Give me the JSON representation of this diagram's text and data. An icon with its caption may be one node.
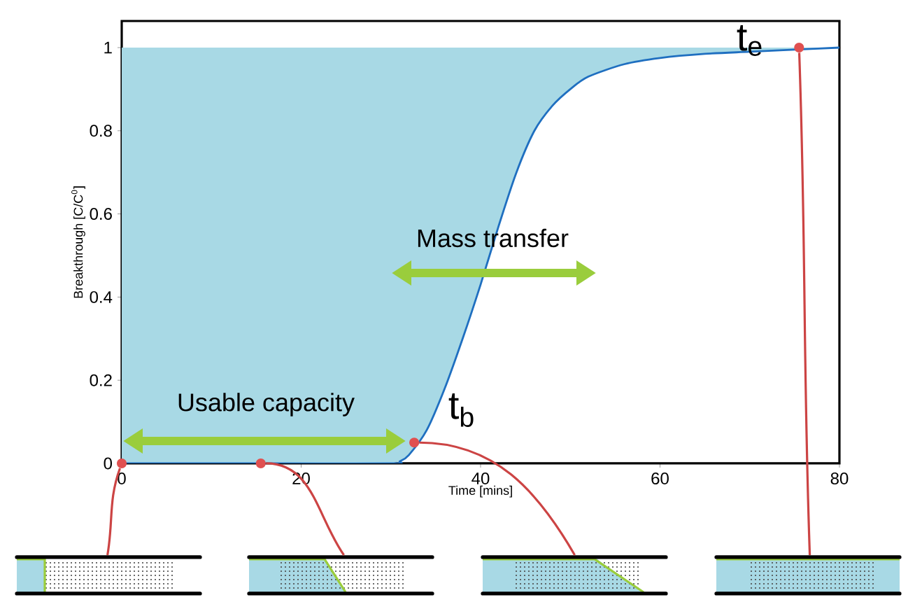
{
  "diagram": {
    "nodes": [
      {
        "text": [],
        "shape": "circle"
      },
      {
        "text": [],
        "shape": "circle"
      },
      {
        "text": [],
        "shape": "circle"
      },
      {
        "text": [],
        "shape": "circle"
      },
      {
        "text": [],
        "shape": "picture"
      },
      {
        "text": [],
        "shape": "picture"
      },
      {
        "text": [],
        "shape": "picture"
      },
      {
        "text": [],
        "shape": "picture"
      }
    ],
    "edges": [
      {
        "from": 0,
        "to": 4,
        "arrow": "none"
      },
      {
        "from": 1,
        "to": 5,
        "arrow": "none"
      },
      {
        "from": 2,
        "to": 6,
        "arrow": "none"
      },
      {
        "from": 3,
        "to": 7,
        "arrow": "none"
      }
    ],
    "labels": [
      "t$_{e}$",
      "Mass transfer",
      "Usable capacity",
      "t$_{b}$"
    ],
    "chart_data": {
      "type": "line",
      "xlabel": "Time [mins]",
      "ylabel": "Breakthrough [C/C$^{0}$]",
      "x": [
        0,
        15.5,
        30,
        31,
        32,
        34,
        36,
        38,
        40,
        42,
        44,
        46,
        48,
        50,
        52,
        56,
        60,
        65,
        70,
        75,
        80
      ],
      "series": [
        {
          "color": "#1f6fc0",
          "values": [
            0,
            0,
            0,
            0.005,
            0.02,
            0.08,
            0.18,
            0.3,
            0.43,
            0.57,
            0.7,
            0.8,
            0.86,
            0.9,
            0.93,
            0.96,
            0.975,
            0.985,
            0.99,
            0.995,
            1
          ]
        }
      ],
      "xlim": [
        0,
        80
      ],
      "ylim": [
        0,
        1.064
      ],
      "xticks": [
        0,
        20,
        40,
        60,
        80
      ],
      "yticks": [
        0,
        0.2,
        0.4,
        0.6,
        0.8,
        1
      ]
    }
  }
}
